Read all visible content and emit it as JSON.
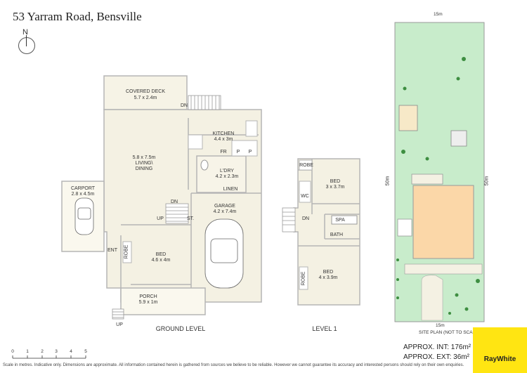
{
  "header": {
    "address": "53 Yarram Road, Bensville",
    "north": "N"
  },
  "ground_level": {
    "caption": "GROUND LEVEL",
    "covered_deck": {
      "name": "COVERED DECK",
      "size": "5.7 x 2.4m"
    },
    "kitchen": {
      "name": "KITCHEN",
      "size": "4.4 x 3m"
    },
    "living": {
      "size": "5.8 x 7.5m",
      "name": "LIVING\\",
      "name2": "DINING"
    },
    "laundry": {
      "name": "L'DRY",
      "size": "4.2 x 2.3m"
    },
    "linen": "LINEN",
    "carport": {
      "name": "CARPORT",
      "size": "2.8 x 4.5m"
    },
    "garage": {
      "name": "GARAGE",
      "size": "4.2 x 7.4m"
    },
    "bed": {
      "name": "BED",
      "size": "4.6 x 4m"
    },
    "porch": {
      "name": "PORCH",
      "size": "5.9 x 1m"
    },
    "labels": {
      "dn_deck": "DN",
      "fr": "FR",
      "p1": "P",
      "p2": "P",
      "dn_stair": "DN",
      "up_stair": "UP",
      "st": "ST.",
      "ent": "ENT",
      "robe": "ROBE",
      "up_porch": "UP"
    }
  },
  "level_1": {
    "caption": "LEVEL 1",
    "robe_top": "ROBE",
    "bed1": {
      "name": "BED",
      "size": "3 x 3.7m"
    },
    "wc": "WC",
    "dn": "DN",
    "spa": "SPA",
    "bath": "BATH",
    "bed2": {
      "name": "BED",
      "size": "4 x 3.9m"
    },
    "robe_bottom": "ROBE"
  },
  "site_plan": {
    "top_dim": "15m",
    "bottom_dim": "15m",
    "left_dim": "50m",
    "right_dim": "50m",
    "caption": "SITE PLAN (NOT TO SCALE)"
  },
  "scale": {
    "ticks": [
      "0",
      "1",
      "2",
      "3",
      "4",
      "5"
    ]
  },
  "areas": {
    "internal": "APPROX. INT:  176m²",
    "external": "APPROX. EXT:  36m²"
  },
  "disclaimer": "Scale in metres. Indicative only. Dimensions are approximate. All information contained herein is gathered from sources we believe to be reliable. However we cannot guarantee its accuracy and interested persons should rely on their own enquiries.",
  "logo": "RayWhite",
  "colors": {
    "floor": "#f4f1e3",
    "deck": "#f6f3e6",
    "grass": "#c8eccb",
    "house": "#fbd7a8",
    "logo_bg": "#ffe512",
    "wall": "#b5b5b5"
  }
}
